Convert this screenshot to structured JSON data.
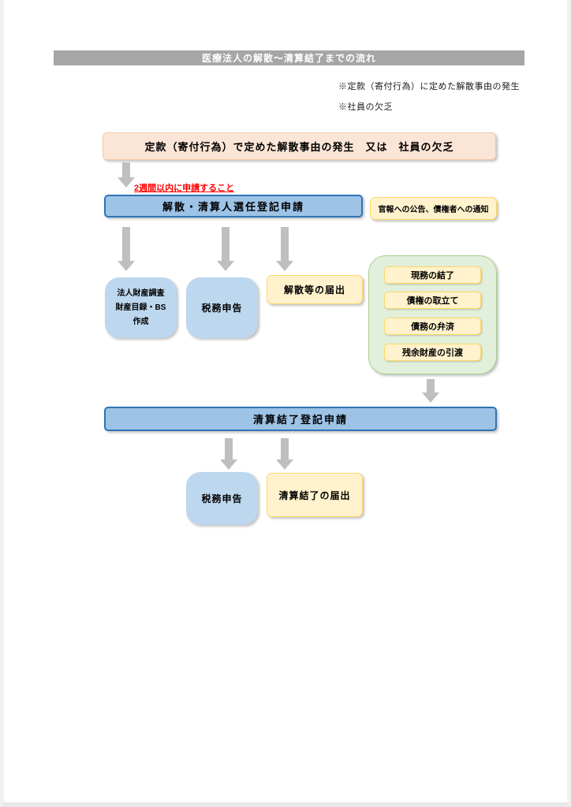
{
  "header": {
    "title": "医療法人の解散～清算結了までの流れ"
  },
  "notes": {
    "line1": "※定款（寄付行為）に定めた解散事由の発生",
    "line2": "※社員の欠乏"
  },
  "flow": {
    "start_box": "定款（寄付行為）で定めた解散事由の発生　又は　社員の欠乏",
    "deadline_note": "2週間以内に申請すること",
    "dissolution_registration": "解散・清算人選任登記申請",
    "public_notice": "官報への公告、債権者への通知",
    "asset_survey_lines": [
      "法人財産調査",
      "財産目録・BS",
      "作成"
    ],
    "tax_return": "税務申告",
    "dissolution_filing": "解散等の届出",
    "liquidation_tasks": [
      "現務の結了",
      "債権の取立て",
      "債務の弁済",
      "残余財産の引渡"
    ],
    "completion_registration": "清算結了登記申請",
    "tax_return_final": "税務申告",
    "completion_filing": "清算結了の届出"
  },
  "colors": {
    "header_bar": "#a6a6a6",
    "start_fill": "#fbe5d6",
    "blue_fill": "#9dc3e6",
    "blue_border": "#2e74b5",
    "lightblue_fill": "#bdd7ee",
    "yellow_fill": "#fff2cc",
    "yellow_border": "#ffd966",
    "green_fill": "#e2efda",
    "green_border": "#a9d18e",
    "arrow": "#bfbfbf",
    "deadline_red": "#ff0000"
  }
}
